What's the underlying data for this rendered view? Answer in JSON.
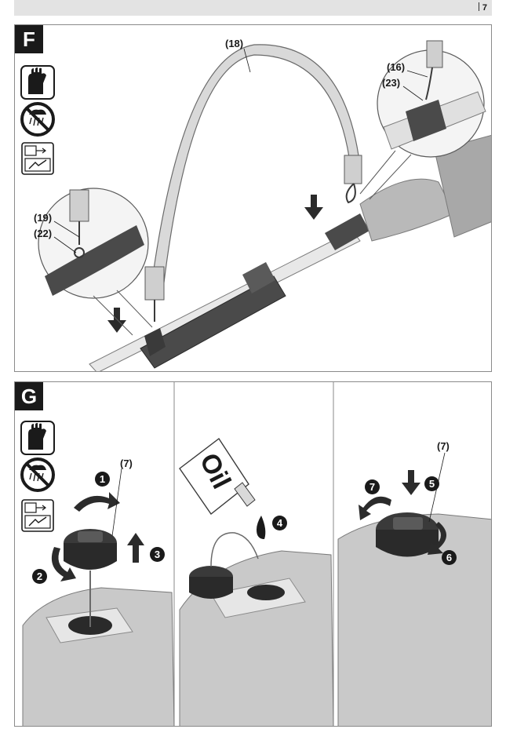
{
  "page": {
    "number": "7"
  },
  "panels": {
    "f": {
      "letter": "F",
      "callouts": {
        "c18": "(18)",
        "c16": "(16)",
        "c23": "(23)",
        "c19": "(19)",
        "c22": "(22)"
      },
      "icons": [
        "gloves-icon",
        "no-rain-icon",
        "unplug-instructions-icon"
      ]
    },
    "g": {
      "letter": "G",
      "callouts": {
        "c7a": "(7)",
        "c7b": "(7)"
      },
      "steps": {
        "s1": "1",
        "s2": "2",
        "s3": "3",
        "s4": "4",
        "s5": "5",
        "s6": "6",
        "s7": "7"
      },
      "bottle_label": "Oil",
      "icons": [
        "gloves-icon",
        "no-rain-icon",
        "unplug-instructions-icon"
      ]
    }
  },
  "colors": {
    "tool_body": "#c9c9c9",
    "dark_grip": "#4a4a4a",
    "strap": "#d9d9d9",
    "arrow": "#2b2b2b"
  }
}
